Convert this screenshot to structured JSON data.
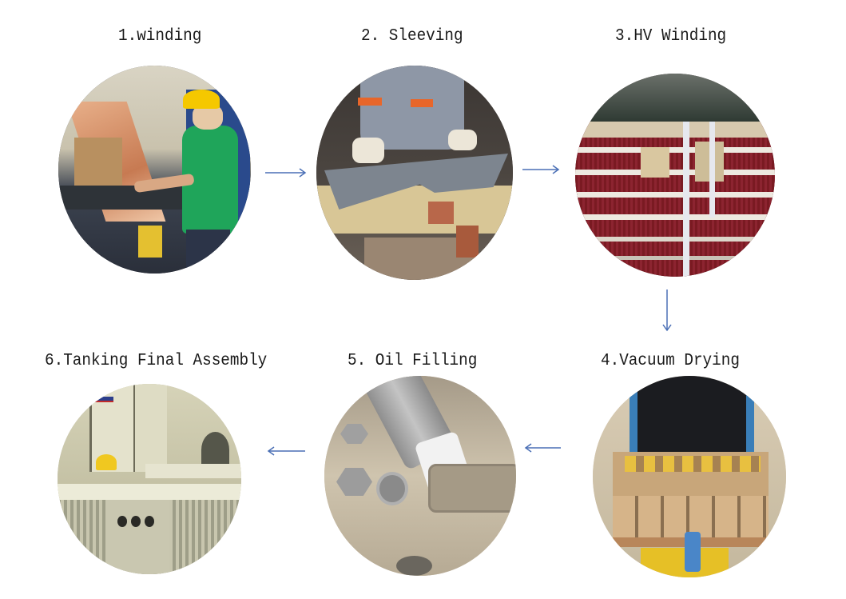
{
  "diagram": {
    "type": "process-flow",
    "layout": "two rows, serpentine (left-to-right top row, right-to-left bottom row)",
    "arrow_color": "#4a6fb5",
    "steps": [
      {
        "number": 1,
        "label": "1.winding",
        "photo": "worker in green shirt and yellow hard hat feeding copper foil into winding machine"
      },
      {
        "number": 2,
        "label": "2. Sleeving",
        "photo": "gloved hands placing grey insulation sheet over transformer coil with copper terminals"
      },
      {
        "number": 3,
        "label": "3.HV Winding",
        "photo": "red copper enameled wire coil wrapped with white insulating strips"
      },
      {
        "number": 4,
        "label": "4.Vacuum Drying",
        "photo": "transformer active parts on cart in front of large vacuum drying oven"
      },
      {
        "number": 5,
        "label": "5. Oil Filling",
        "photo": "hose filling oil into threaded port on transformer tank lid with bolts"
      },
      {
        "number": 6,
        "label": "6.Tanking Final Assembly",
        "photo": "workers assembling finished oil-immersed transformers with radiator fins"
      }
    ],
    "arrows": [
      {
        "from": 1,
        "to": 2,
        "direction": "right"
      },
      {
        "from": 2,
        "to": 3,
        "direction": "right"
      },
      {
        "from": 3,
        "to": 4,
        "direction": "down"
      },
      {
        "from": 4,
        "to": 5,
        "direction": "left"
      },
      {
        "from": 5,
        "to": 6,
        "direction": "left"
      }
    ]
  }
}
